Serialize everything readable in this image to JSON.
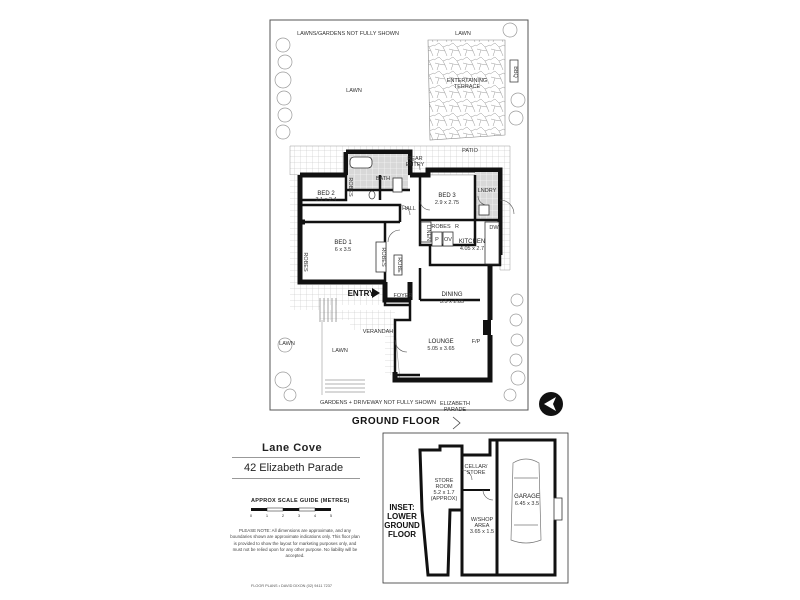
{
  "ground_floor": {
    "title": "GROUND FLOOR",
    "outdoor": {
      "lawns_note": "LAWNS/GARDENS NOT FULLY SHOWN",
      "lawn": "LAWN",
      "terrace_line1": "ENTERTAINING",
      "terrace_line2": "TERRACE",
      "bbq": "BBQ",
      "patio": "PATIO",
      "gardens_note": "GARDENS + DRIVEWAY NOT FULLY SHOWN",
      "street_line1": "ELIZABETH",
      "street_line2": "PARADE",
      "verandah": "VERANDAH"
    },
    "rooms": {
      "bed2": {
        "name": "BED 2",
        "dims": "3.1 x 2.4"
      },
      "bed3": {
        "name": "BED 3",
        "dims": "2.9 x 2.75"
      },
      "bed1": {
        "name": "BED 1",
        "dims": "6 x 3.5"
      },
      "kitchen": {
        "name": "KITCHEN",
        "dims": "4.05 x 2.7"
      },
      "dining": {
        "name": "DINING",
        "dims": "3.5 x 2.85"
      },
      "lounge": {
        "name": "LOUNGE",
        "dims": "5.05 x 3.65"
      },
      "bath": "BATH",
      "laundry": "LNDRY",
      "hall": "HALL",
      "foyer": "FOYER",
      "entry": "ENTRY",
      "rear_entry_line1": "REAR",
      "rear_entry_line2": "ENTRY",
      "robes": "ROBES",
      "robe": "ROBE",
      "linen": "LINEN",
      "pantry": "P",
      "oven": "OV",
      "fridge": "R",
      "dishwasher": "DW",
      "fireplace": "F/P"
    }
  },
  "property": {
    "suburb": "Lane Cove",
    "address": "42 Elizabeth Parade"
  },
  "scale": {
    "title": "APPROX SCALE GUIDE (METRES)",
    "ticks": [
      "0",
      "1",
      "2",
      "3",
      "4",
      "5"
    ]
  },
  "disclaimer": "PLEASE NOTE: All dimensions are approximate, and any boundaries shown are approximate indications only. This floor plan is provided to show the layout for marketing purposes only, and must not be relied upon for any other purpose. No liability will be accepted.",
  "credit": "FLOOR PLANS • DAVID DIXON (02) 9411 7237",
  "inset": {
    "title_line1": "INSET:",
    "title_line2": "LOWER",
    "title_line3": "GROUND",
    "title_line4": "FLOOR",
    "store": {
      "line1": "STORE",
      "line2": "ROOM",
      "dims": "5.2 x 1.7",
      "note": "(APPROX)"
    },
    "cellar": {
      "line1": "CELLAR/",
      "line2": "STORE"
    },
    "garage": {
      "name": "GARAGE",
      "dims": "6.45 x 3.5"
    },
    "workshop": {
      "line1": "W/SHOP",
      "line2": "AREA",
      "dims": "3.65 x 1.5"
    }
  },
  "compass": {
    "icon": "north-arrow-icon"
  }
}
